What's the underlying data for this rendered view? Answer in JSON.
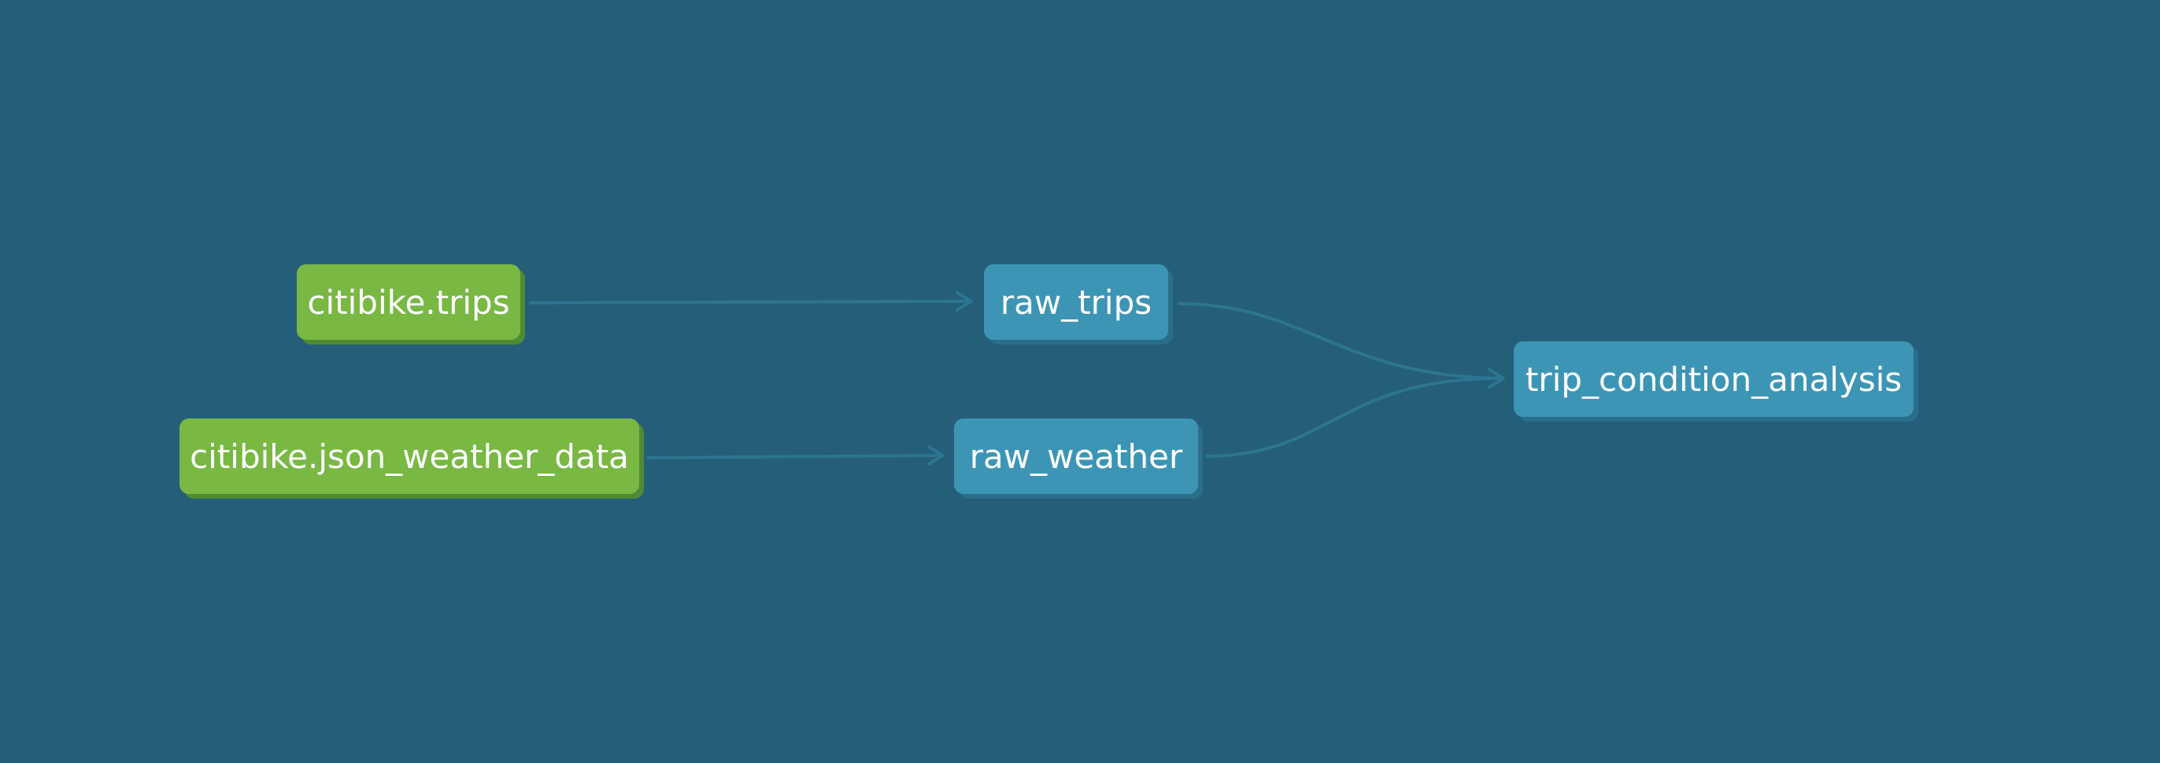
{
  "colors": {
    "background": "#245e78",
    "source_node": "#78b843",
    "model_node": "#3d95b5",
    "edge": "#2c7590",
    "label": "#ffffff"
  },
  "nodes": {
    "citibike_trips": {
      "label": "citibike.trips",
      "kind": "source"
    },
    "citibike_json_weather_data": {
      "label": "citibike.json_weather_data",
      "kind": "source"
    },
    "raw_trips": {
      "label": "raw_trips",
      "kind": "model"
    },
    "raw_weather": {
      "label": "raw_weather",
      "kind": "model"
    },
    "trip_condition_analysis": {
      "label": "trip_condition_analysis",
      "kind": "model"
    }
  },
  "edges": [
    {
      "from": "citibike.trips",
      "to": "raw_trips"
    },
    {
      "from": "citibike.json_weather_data",
      "to": "raw_weather"
    },
    {
      "from": "raw_trips",
      "to": "trip_condition_analysis"
    },
    {
      "from": "raw_weather",
      "to": "trip_condition_analysis"
    }
  ]
}
